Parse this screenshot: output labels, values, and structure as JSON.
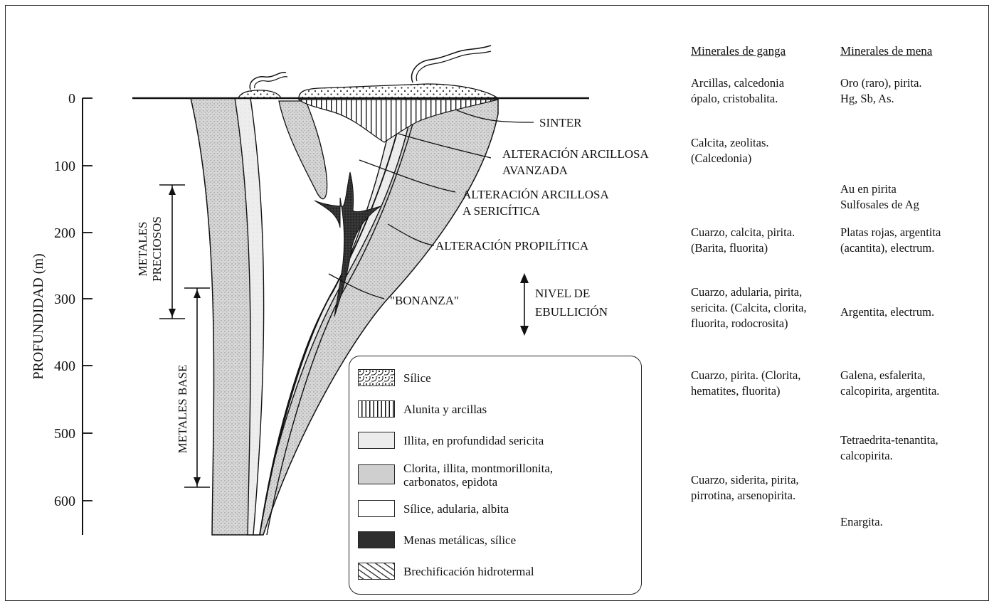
{
  "axis": {
    "label": "PROFUNDIDAD (m)",
    "ticks": [
      "0",
      "100",
      "200",
      "300",
      "400",
      "500",
      "600"
    ]
  },
  "ranges": {
    "precious": [
      "METALES",
      "PRECIOSOS"
    ],
    "base": "METALES BASE"
  },
  "callouts": {
    "sinter": "SINTER",
    "arc_adv": [
      "ALTERACIÓN ARCILLOSA",
      "AVANZADA"
    ],
    "arc_ser": [
      "ALTERACIÓN ARCILLOSA",
      "A SERICÍTICA"
    ],
    "propilitica": "ALTERACIÓN PROPILÍTICA",
    "bonanza": "\"BONANZA\"",
    "ebullicion": [
      "NIVEL DE",
      "EBULLICIÓN"
    ]
  },
  "legend": [
    {
      "label": "Sílice",
      "pattern": "dots"
    },
    {
      "label": "Alunita y arcillas",
      "pattern": "vlines"
    },
    {
      "label": "Illita, en profundidad sericita",
      "pattern": "light"
    },
    {
      "label": [
        "Clorita, illita, montmorillonita,",
        "carbonatos, epidota"
      ],
      "pattern": "stipple"
    },
    {
      "label": "Sílice, adularia, albita",
      "pattern": "blank"
    },
    {
      "label": "Menas metálicas, sílice",
      "pattern": "dark"
    },
    {
      "label": "Brechificación hidrotermal",
      "pattern": "breccia"
    }
  ],
  "table": {
    "headers": {
      "ganga": "Minerales de ganga",
      "mena": "Minerales de mena"
    },
    "ganga": [
      [
        "Arcillas, calcedonia",
        "ópalo, cristobalita."
      ],
      [
        "Calcita, zeolitas.",
        "(Calcedonia)"
      ],
      [
        "Cuarzo, calcita, pirita.",
        "(Barita, fluorita)"
      ],
      [
        "Cuarzo, adularia, pirita,",
        "sericita. (Calcita, clorita,",
        "fluorita, rodocrosita)"
      ],
      [
        "Cuarzo, pirita. (Clorita,",
        "hematites, fluorita)"
      ],
      [
        "Cuarzo, siderita, pirita,",
        "pirrotina, arsenopirita."
      ]
    ],
    "mena": [
      [
        "Oro (raro), pirita.",
        "Hg, Sb, As."
      ],
      [
        "Au en pirita",
        "Sulfosales de Ag"
      ],
      [
        "Platas rojas, argentita",
        "(acantita), electrum."
      ],
      [
        "Argentita, electrum."
      ],
      [
        "Galena, esfalerita,",
        "calcopirita, argentita."
      ],
      [
        "Tetraedrita-tenantita,",
        "calcopirita."
      ],
      [
        "Enargita."
      ]
    ]
  },
  "colors": {
    "ink": "#111111",
    "stipple": "#c9c9c9",
    "light": "#ececec",
    "ore": "#2a2a2a"
  }
}
